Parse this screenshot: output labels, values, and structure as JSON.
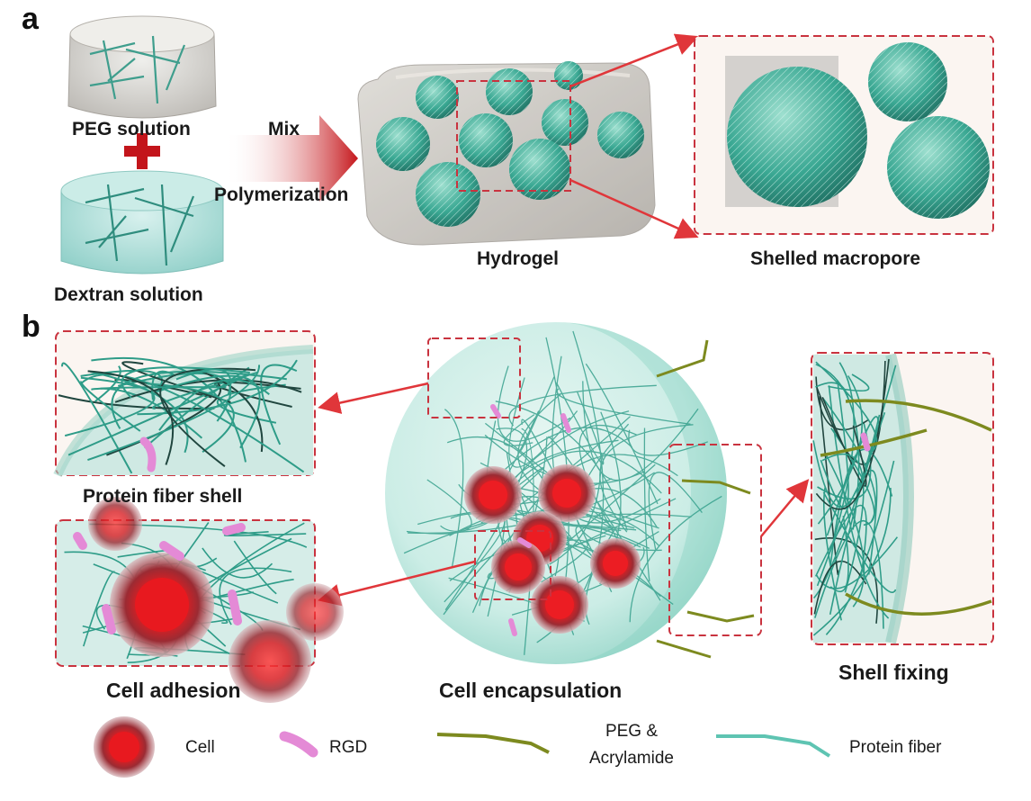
{
  "panel_a": {
    "letter": "a",
    "peg_solution": "PEG solution",
    "dextran_solution": "Dextran solution",
    "mix": "Mix",
    "polymerization": "Polymerization",
    "hydrogel": "Hydrogel",
    "shelled_macropore": "Shelled macropore"
  },
  "panel_b": {
    "letter": "b",
    "protein_fiber_shell": "Protein fiber shell",
    "cell_adhesion": "Cell adhesion",
    "cell_encapsulation": "Cell encapsulation",
    "shell_fixing": "Shell fixing"
  },
  "legend": {
    "cell": "Cell",
    "rgd": "RGD",
    "peg_line1": "PEG &",
    "peg_line2": "Acrylamide",
    "protein_fiber": "Protein fiber"
  },
  "colors": {
    "fiber": "#2e9c88",
    "fiber_light": "#5ec4b2",
    "sphere": "#bfe6dd",
    "peg_line": "#7d8a1f",
    "cell": "#d9202a",
    "rgd": "#e48ad6",
    "arrow": "#e0363a",
    "dash_box": "#c9333f",
    "plus": "#c3151b"
  }
}
